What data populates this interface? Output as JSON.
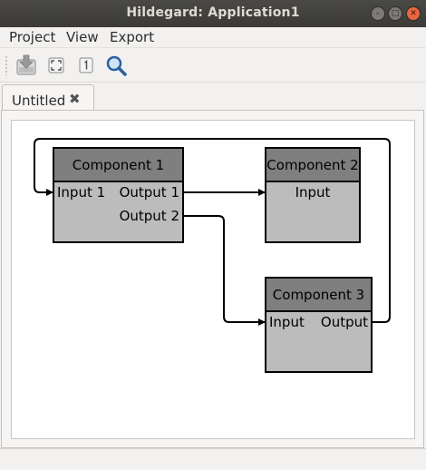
{
  "window": {
    "title": "Hildegard: Application1"
  },
  "menu": {
    "project": "Project",
    "view": "View",
    "export": "Export"
  },
  "toolbar": {
    "icons": [
      "save-icon",
      "zoom-fit-icon",
      "zoom-original-icon",
      "search-icon"
    ]
  },
  "tabs": [
    {
      "label": "Untitled"
    }
  ],
  "colors": {
    "header": "#7f7f7f",
    "body": "#bcbcbc",
    "line": "#000000",
    "titlebar": "#3c3b37",
    "close": "#e9653f"
  },
  "diagram": {
    "components": [
      {
        "title": "Component 1",
        "inputs": [
          "Input 1"
        ],
        "outputs": [
          "Output 1",
          "Output 2"
        ]
      },
      {
        "title": "Component 2",
        "inputs": [
          "Input"
        ],
        "outputs": []
      },
      {
        "title": "Component 3",
        "inputs": [
          "Input"
        ],
        "outputs": [
          "Output"
        ]
      }
    ],
    "connections": [
      {
        "from": "Component 1.Output 1",
        "to": "Component 2.Input"
      },
      {
        "from": "Component 1.Output 2",
        "to": "Component 3.Input"
      },
      {
        "from": "Component 3.Output",
        "to": "Component 1.Input 1"
      }
    ]
  }
}
